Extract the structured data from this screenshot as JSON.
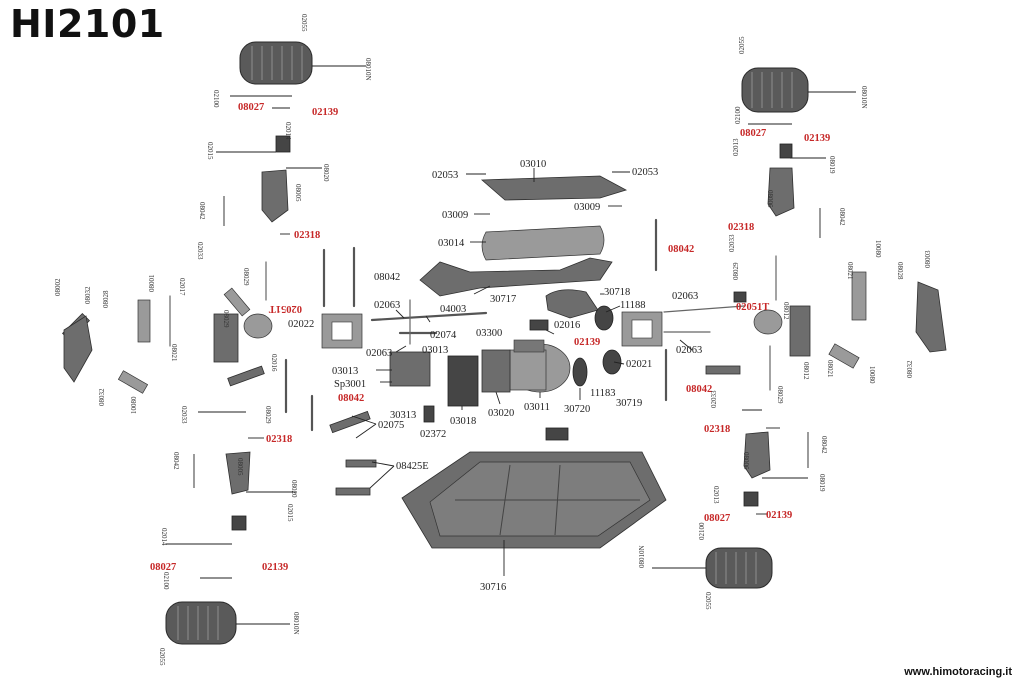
{
  "title": "HI2101",
  "footer": "www.himotoracing.it",
  "colors": {
    "highlight_label": "#c62828",
    "label": "#222222"
  },
  "labels": {
    "l03010": "03010",
    "l02053a": "02053",
    "l02053b": "02053",
    "l03009a": "03009",
    "l03009b": "03009",
    "l03014": "03014",
    "l30717": "30717",
    "l04003": "04003",
    "l02063a": "02063",
    "l02063b": "02063",
    "l02063c": "02063",
    "l02063d": "02063",
    "l02074": "02074",
    "l02016": "02016",
    "l30718": "30718",
    "l11188": "11188",
    "l03300": "03300",
    "l02022": "02022",
    "l02021": "02021",
    "l03013a": "03013",
    "l03013b": "03013",
    "lsp3001": "Sp3001",
    "l30313": "30313",
    "l02372": "02372",
    "l03018": "03018",
    "l03020": "03020",
    "l03011": "03011",
    "l30720": "30720",
    "l11183": "11183",
    "l30719": "30719",
    "l02075": "02075",
    "l08425e": "08425E",
    "l30716": "30716",
    "l08042c": "08042"
  },
  "red_labels": {
    "r08027a": "08027",
    "r02139a": "02139",
    "r02318a": "02318",
    "r02051a": "02051T",
    "r08042a": "08042",
    "r02318b": "02318",
    "r08027b": "08027",
    "r02139b": "02139",
    "r08042b": "08042",
    "r08027c": "08027",
    "r02139c": "02139",
    "r02318c": "02318",
    "r02051b": "02051T",
    "r08042d": "08042",
    "r02318d": "02318",
    "r08027d": "08027",
    "r02139d": "02139",
    "r02139e": "02139"
  },
  "small_labels": {
    "s02055a": "02055",
    "s08010a": "08010N",
    "s02100a": "02100",
    "s02014a": "02014",
    "s02015a": "02015",
    "s08020a": "08020",
    "s08005a": "08005",
    "s08042a": "08042",
    "s02033a": "02033",
    "s08029a": "08029",
    "s02017": "02017",
    "s08002": "08002",
    "s08032a": "08032",
    "s08028a": "08028",
    "s08001a": "08001",
    "s08032b": "08032",
    "s10080a": "10080",
    "s08021a": "08021",
    "s08029b": "08029",
    "s02016b": "02016",
    "s08029c": "08029",
    "s02033b": "02033",
    "s08042b": "08042",
    "s08005b": "08005",
    "s08020b": "08020",
    "s02015b": "02015",
    "s02014b": "02014",
    "s02100b": "02100",
    "s08010b": "08010N",
    "s02055b": "02055",
    "s02055c": "02055",
    "s08010c": "08010N",
    "s02100c": "02100",
    "s02013a": "02013",
    "s08019a": "08019",
    "s08006a": "08006",
    "s08042c": "08042",
    "s02033c": "02033",
    "s08029d": "08029",
    "s08021b": "08021",
    "s10080b": "10080",
    "s08028b": "08028",
    "s08003": "08003",
    "s08032c": "08032",
    "s08012": "08012",
    "s08021c": "08021",
    "s10080c": "10080",
    "s08029e": "08029",
    "s02033d": "02033",
    "s08006b": "08006",
    "s08042d": "08042",
    "s08019b": "08019",
    "s02013b": "02013",
    "s02100d": "02100",
    "s08010d": "08010N",
    "s02055d": "02055",
    "s08012b": "08012"
  }
}
